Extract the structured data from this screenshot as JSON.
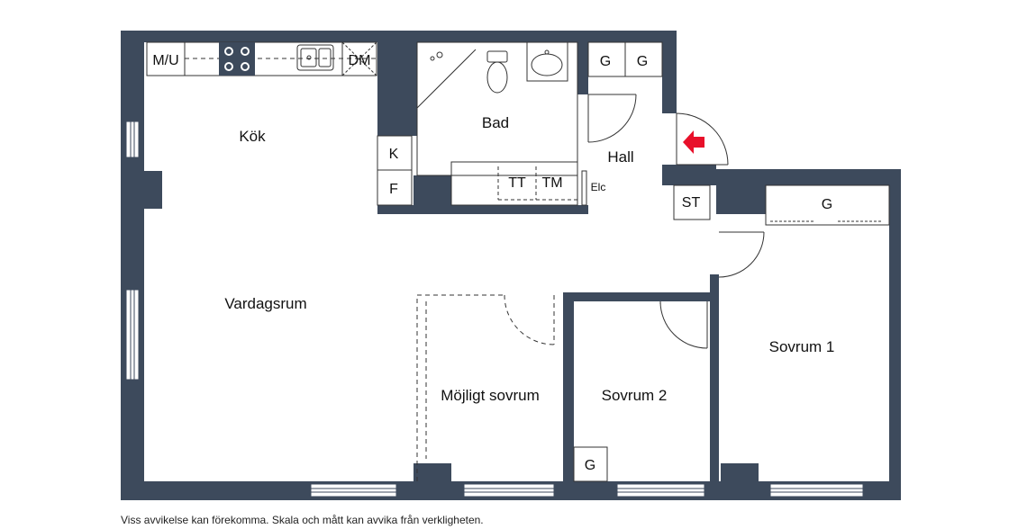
{
  "colors": {
    "wall": "#3d4a5c",
    "floor": "#ffffff",
    "entrance_arrow": "#e8102a",
    "line": "#333333"
  },
  "rooms": {
    "kok": "Kök",
    "bad": "Bad",
    "hall": "Hall",
    "vardagsrum": "Vardagsrum",
    "mojligt_sovrum": "Möjligt sovrum",
    "sovrum_2": "Sovrum 2",
    "sovrum_1": "Sovrum 1"
  },
  "fixtures": {
    "mu": "M/U",
    "dm": "DM",
    "k": "K",
    "f": "F",
    "tt": "TT",
    "tm": "TM",
    "elc": "Elc",
    "st": "ST",
    "g": "G"
  },
  "icons": {
    "entrance": "entrance-arrow-icon",
    "stove": "stove-icon",
    "sink": "sink-icon",
    "toilet": "toilet-icon",
    "washbasin": "washbasin-icon",
    "shower": "shower-icon"
  },
  "disclaimer": "Viss avvikelse kan förekomma. Skala och mått kan avvika från verkligheten."
}
